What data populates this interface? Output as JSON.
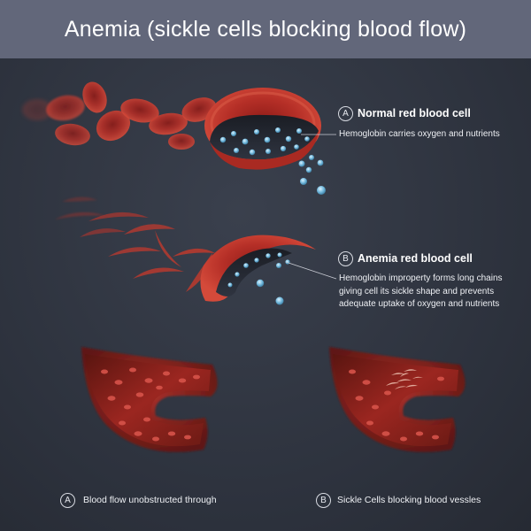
{
  "title": "Anemia (sickle cells blocking blood flow)",
  "section_a": {
    "badge": "A",
    "heading": "Normal red blood cell",
    "description": "Hemoglobin carries oxygen and nutrients"
  },
  "section_b": {
    "badge": "B",
    "heading": "Anemia red blood cell",
    "description_lines": [
      "Hemoglobin improperty forms long chains",
      "giving cell its sickle shape and prevents",
      "adequate uptake of oxygen and nutrients"
    ]
  },
  "captions": {
    "a": {
      "badge": "A",
      "text": "Blood flow unobstructed through"
    },
    "b": {
      "badge": "B",
      "text": "Sickle Cells blocking blood vessles"
    }
  },
  "colors": {
    "background": "#2f3440",
    "title_bar": "#62677a",
    "cell_red": "#b5322b",
    "hemoglobin_blue": "#7fc4e6"
  }
}
